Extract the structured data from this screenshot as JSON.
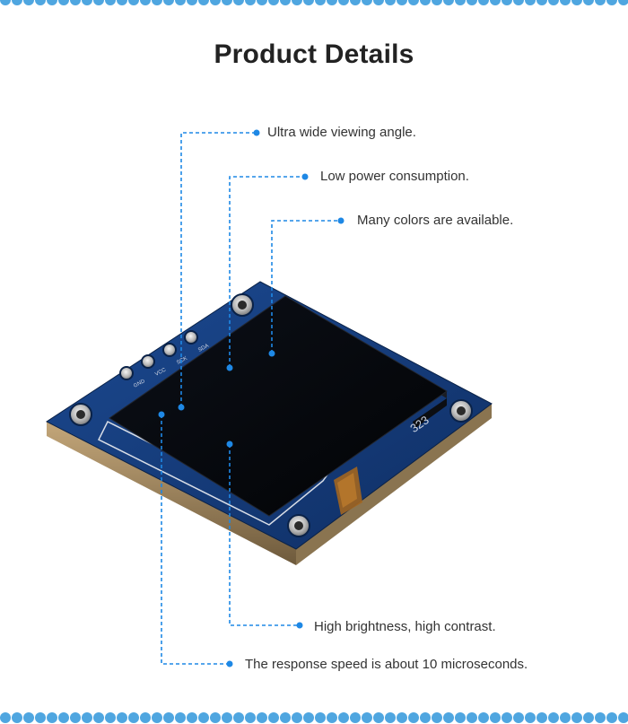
{
  "page": {
    "title": "Product Details"
  },
  "features": [
    {
      "id": "viewing-angle",
      "label": "Ultra wide viewing angle."
    },
    {
      "id": "low-power",
      "label": "Low power consumption."
    },
    {
      "id": "many-colors",
      "label": "Many colors are available."
    },
    {
      "id": "brightness",
      "label": "High brightness, high contrast."
    },
    {
      "id": "response-speed",
      "label": "The response speed is about 10 microseconds."
    }
  ],
  "module": {
    "silkscreen_number": "323",
    "pin_labels": [
      "GND",
      "VCC",
      "SCK",
      "SDA"
    ]
  },
  "colors": {
    "accent": "#1e88e5",
    "border_dots": "#4fa6e0",
    "pcb": "#143a7a",
    "screen": "#05070c",
    "text": "#333333"
  }
}
